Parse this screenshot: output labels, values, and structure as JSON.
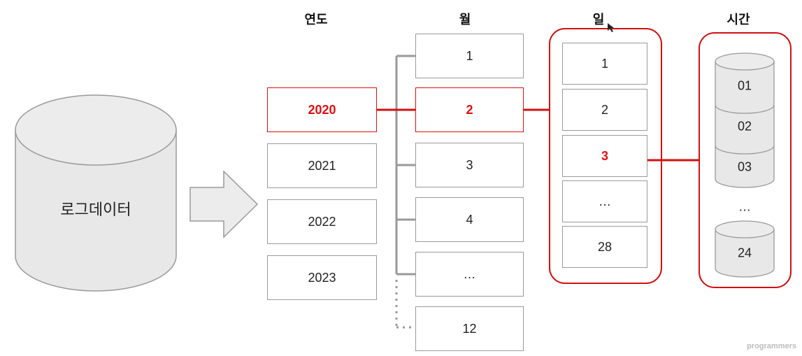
{
  "source": {
    "label": "로그데이터"
  },
  "headers": {
    "year": "연도",
    "month": "월",
    "day": "일",
    "hour": "시간"
  },
  "years": [
    "2020",
    "2021",
    "2022",
    "2023"
  ],
  "months": [
    "1",
    "2",
    "3",
    "4",
    "…",
    "12"
  ],
  "days": [
    "1",
    "2",
    "3",
    "…",
    "28"
  ],
  "hours": [
    "01",
    "02",
    "03",
    "…",
    "24"
  ],
  "selection": {
    "year": "2020",
    "month": "2",
    "day": "3"
  },
  "colors": {
    "highlight": "#d11111",
    "border": "#9a9a9a",
    "cylinder": "#e8e8e8"
  },
  "watermark": "programmers"
}
